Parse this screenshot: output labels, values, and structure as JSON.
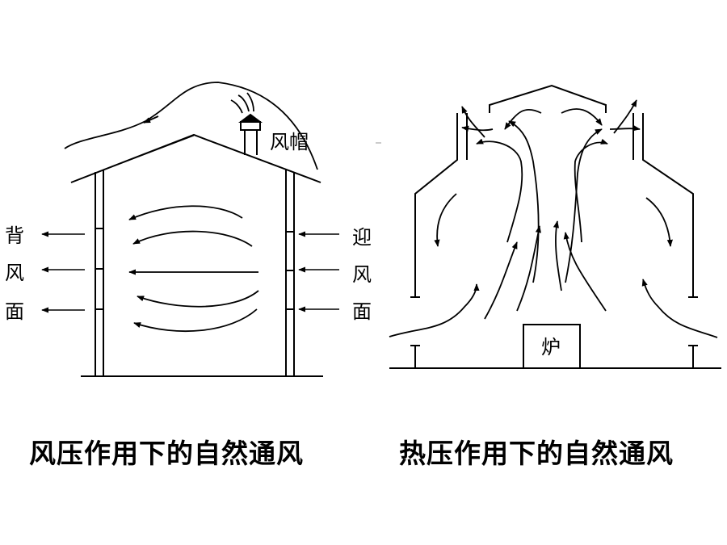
{
  "left_diagram": {
    "chimney_cap_label": "风帽",
    "leeward_label": [
      "背",
      "风",
      "面"
    ],
    "windward_label": [
      "迎",
      "风",
      "面"
    ],
    "caption": "风压作用下的自然通风"
  },
  "right_diagram": {
    "furnace_label": "炉",
    "caption": "热压作用下的自然通风"
  }
}
